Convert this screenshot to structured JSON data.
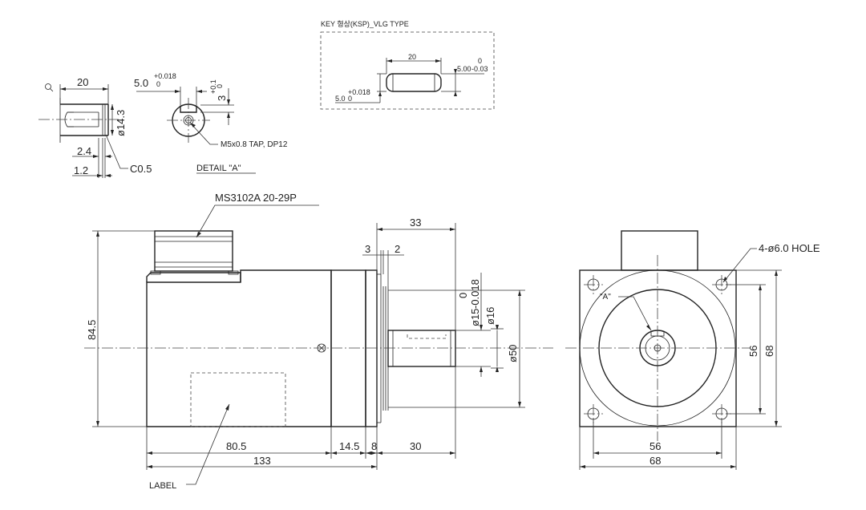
{
  "detail_a": {
    "len_20": "20",
    "key_w": "5.0",
    "key_w_tol_up": "+0.018",
    "key_w_tol_lo": "0",
    "key_d": "3",
    "key_d_tol_up": "+0.1",
    "key_d_tol_lo": "0",
    "dia_14_3": "ø14.3",
    "tap": "M5x0.8 TAP, DP12",
    "dim_2_4": "2.4",
    "dim_1_2": "1.2",
    "chamfer": "C0.5",
    "title": "DETAIL \"A\""
  },
  "key": {
    "title": "KEY 형상(KSP)_VLG TYPE",
    "len_20": "20",
    "h": "5.00",
    "h_tol_up": "0",
    "h_tol_lo": "-0.03",
    "w": "5.0",
    "w_tol_up": "+0.018",
    "w_tol_lo": "0"
  },
  "side": {
    "connector": "MS3102A 20-29P",
    "height": "84.5",
    "shaft_len": "33",
    "dim_3": "3",
    "dim_2": "2",
    "shaft_dia": "ø15",
    "shaft_tol_up": "0",
    "shaft_tol_lo": "-0.018",
    "dia_16": "ø16",
    "dia_50": "ø50",
    "len_80_5": "80.5",
    "len_14_5": "14.5",
    "len_8": "8",
    "len_30": "30",
    "total": "133",
    "label": "LABEL"
  },
  "front": {
    "holes": "4-ø6.0 HOLE",
    "ref_a": "\"A\"",
    "pitch_v": "56",
    "size_v": "68",
    "pitch_h": "56",
    "size_h": "68"
  }
}
